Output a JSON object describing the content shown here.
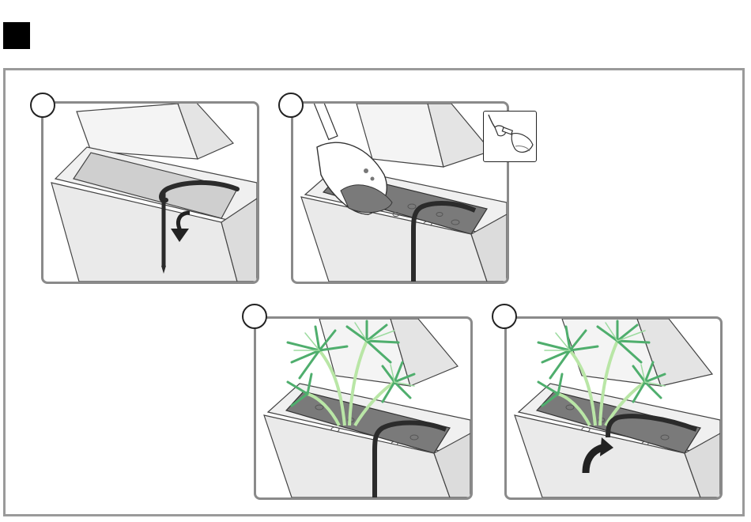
{
  "figure": {
    "section_marker_icon": "black-square-icon",
    "steps": [
      {
        "id": 1,
        "action": "insert-drip-stake",
        "icons": [
          "planter-icon",
          "drip-tube-icon",
          "down-arrow-icon"
        ]
      },
      {
        "id": 2,
        "action": "fill-with-gravel",
        "icons": [
          "planter-icon",
          "shovel-icon",
          "gravel-icon",
          "hand-trowel-icon"
        ]
      },
      {
        "id": 3,
        "action": "add-plant",
        "icons": [
          "planter-icon",
          "palm-plant-icon",
          "drip-tube-icon"
        ]
      },
      {
        "id": 4,
        "action": "lift-tube-loop",
        "icons": [
          "planter-icon",
          "palm-plant-icon",
          "up-arrow-icon"
        ]
      }
    ],
    "colors": {
      "frame": "#9a9a9a",
      "panel_border": "#8a8a8a",
      "planter_light": "#ececec",
      "planter_shadow": "#d6d6d6",
      "gravel": "#7a7a7a",
      "tube": "#2b2b2b",
      "leaf": "#6fc08a",
      "leaf_light": "#b9e6a6"
    }
  }
}
